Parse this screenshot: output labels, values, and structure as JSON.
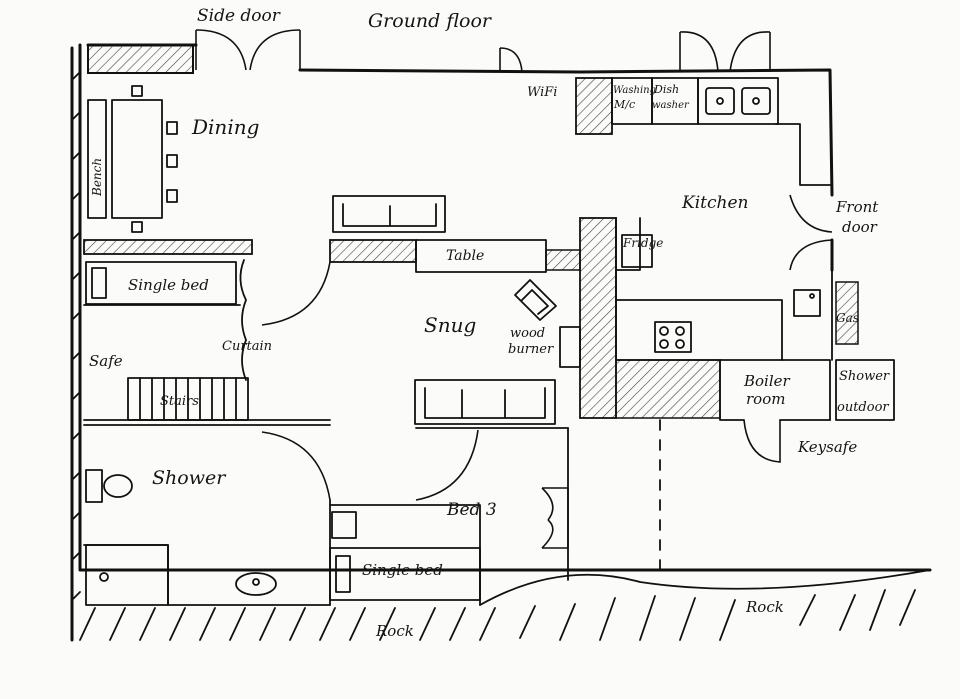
{
  "title": "Ground floor",
  "labels": {
    "side_door": "Side door",
    "wifi": "WiFi",
    "washing": "Washing",
    "mc": "M/c",
    "dish": "Dish",
    "washer": "washer",
    "dining": "Dining",
    "bench": "Bench",
    "kitchen": "Kitchen",
    "front_door_1": "Front",
    "front_door_2": "door",
    "fridge": "Fridge",
    "table": "Table",
    "single_bed_1": "Single bed",
    "curtain": "Curtain",
    "safe": "Safe",
    "stairs": "Stairs",
    "snug": "Snug",
    "wood": "wood",
    "burner": "burner",
    "gas": "Gas",
    "shower_outdoor_1": "Shower",
    "shower_outdoor_2": "outdoor",
    "boiler_1": "Boiler",
    "boiler_2": "room",
    "key_safe": "Keysafe",
    "shower": "Shower",
    "bed3": "Bed 3",
    "single_bed_2": "Single bed",
    "rock_1": "Rock",
    "rock_2": "Rock"
  },
  "colors": {
    "ink": "#111111",
    "paper": "#fbfbf9",
    "shade": "#9a9a9a"
  }
}
